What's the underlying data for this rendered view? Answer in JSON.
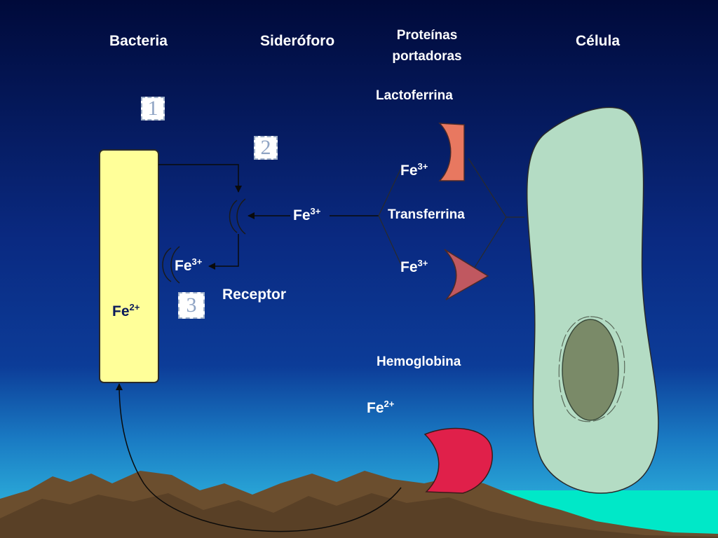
{
  "labels": {
    "bacteria": "Bacteria",
    "sideroforo": "Sideróforo",
    "proteinas": "Proteínas",
    "portadoras": "portadoras",
    "celula": "Célula",
    "lactoferrina": "Lactoferrina",
    "transferrina": "Transferrina",
    "hemoglobina": "Hemoglobina",
    "receptor": "Receptor"
  },
  "iron": {
    "fe": "Fe",
    "ferric_charge": "3+",
    "ferrous_charge": "2+"
  },
  "steps": [
    "1",
    "2",
    "3"
  ],
  "colors": {
    "sky_top": "#000a3a",
    "sky_mid": "#0c3a90",
    "sky_low": "#2aa6d8",
    "sea": "#00e8c8",
    "mountains": "#6b4e2e",
    "bacteria_fill": "#ffff99",
    "cell_fill": "#b4dcc4",
    "nucleus_fill": "#7a8a68",
    "lactoferrin_fill": "#e87860",
    "transferrin_fill": "#c05860",
    "hemoglobin_fill": "#e0204a"
  }
}
